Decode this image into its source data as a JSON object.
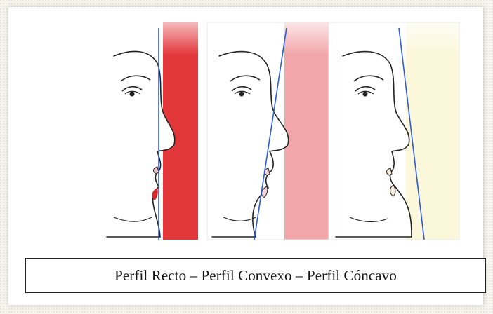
{
  "caption": {
    "text": "Perfil Recto – Perfil Convexo – Perfil Cóncavo"
  },
  "panels": [
    {
      "profile": "recto",
      "background_color": "#e2373b",
      "line_color": "#2f5bd6"
    },
    {
      "profile": "convexo",
      "background_color": "#f2a6aa",
      "line_color": "#2f5bd6"
    },
    {
      "profile": "concavo",
      "background_color": "#fbf7da",
      "line_color": "#2f5bd6"
    }
  ]
}
